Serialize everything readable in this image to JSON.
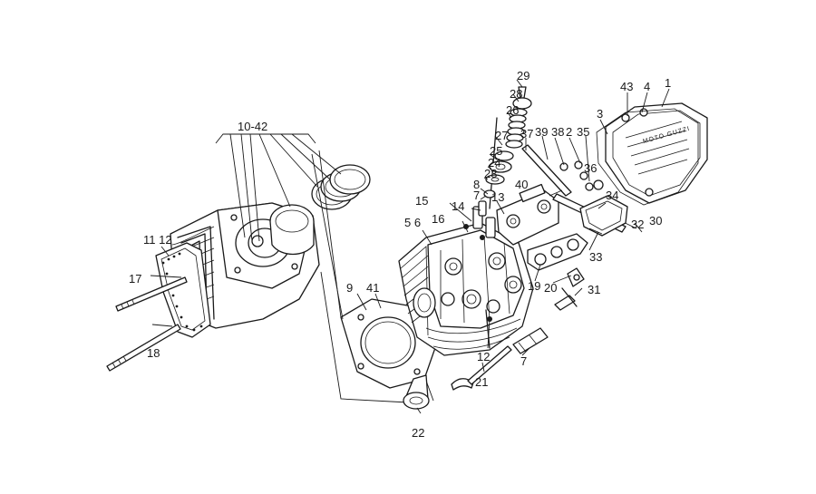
{
  "callouts": [
    {
      "id": "c1",
      "text": "1"
    },
    {
      "id": "c2",
      "text": "2"
    },
    {
      "id": "c3",
      "text": "3"
    },
    {
      "id": "c4",
      "text": "4"
    },
    {
      "id": "c5-6",
      "text": "5 6"
    },
    {
      "id": "c7a",
      "text": "7"
    },
    {
      "id": "c7b",
      "text": "7"
    },
    {
      "id": "c8",
      "text": "8"
    },
    {
      "id": "c9",
      "text": "9"
    },
    {
      "id": "c10-42",
      "text": "10-42"
    },
    {
      "id": "c11-12",
      "text": "11 12"
    },
    {
      "id": "c12",
      "text": "12"
    },
    {
      "id": "c13",
      "text": "13"
    },
    {
      "id": "c14",
      "text": "14"
    },
    {
      "id": "c15",
      "text": "15"
    },
    {
      "id": "c16",
      "text": "16"
    },
    {
      "id": "c17",
      "text": "17"
    },
    {
      "id": "c18",
      "text": "18"
    },
    {
      "id": "c19",
      "text": "19"
    },
    {
      "id": "c20",
      "text": "20"
    },
    {
      "id": "c21",
      "text": "21"
    },
    {
      "id": "c22",
      "text": "22"
    },
    {
      "id": "c23",
      "text": "23"
    },
    {
      "id": "c24",
      "text": "24"
    },
    {
      "id": "c25",
      "text": "25"
    },
    {
      "id": "c26",
      "text": "26"
    },
    {
      "id": "c27",
      "text": "27"
    },
    {
      "id": "c28",
      "text": "28"
    },
    {
      "id": "c29",
      "text": "29"
    },
    {
      "id": "c30",
      "text": "30"
    },
    {
      "id": "c31",
      "text": "31"
    },
    {
      "id": "c32",
      "text": "32"
    },
    {
      "id": "c33",
      "text": "33"
    },
    {
      "id": "c34",
      "text": "34"
    },
    {
      "id": "c35",
      "text": "35"
    },
    {
      "id": "c36",
      "text": "36"
    },
    {
      "id": "c37",
      "text": "37"
    },
    {
      "id": "c38",
      "text": "38"
    },
    {
      "id": "c39",
      "text": "39"
    },
    {
      "id": "c40",
      "text": "40"
    },
    {
      "id": "c41",
      "text": "41"
    },
    {
      "id": "c43",
      "text": "43"
    }
  ],
  "cover_emblem": "MOTO GUZZI",
  "colors": {
    "ink": "#1a1a1a",
    "paper": "#ffffff"
  }
}
